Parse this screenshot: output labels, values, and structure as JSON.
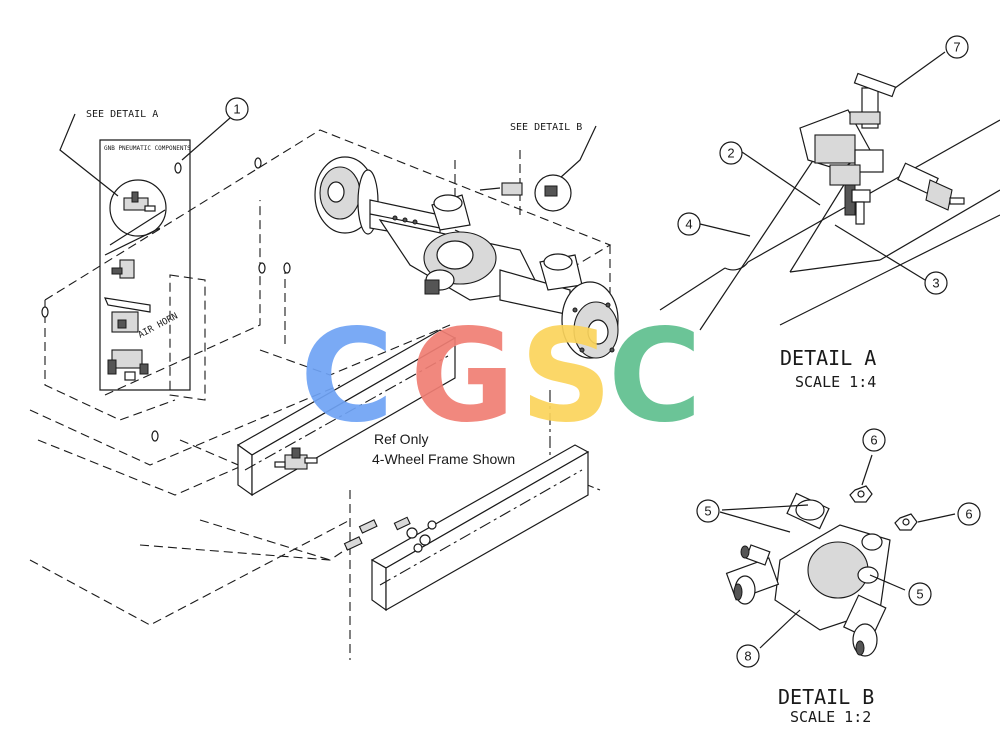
{
  "labels": {
    "see_detail_a": "SEE DETAIL A",
    "see_detail_b": "SEE DETAIL B",
    "gnb_header": "GNB PNEUMATIC COMPONENTS",
    "air_horn": "AIR HORN",
    "ref_only": "Ref Only",
    "frame_note": "4-Wheel Frame Shown",
    "detail_a_title": "DETAIL A",
    "detail_a_scale": "SCALE 1:4",
    "detail_b_title": "DETAIL B",
    "detail_b_scale": "SCALE 1:2"
  },
  "callouts": [
    "1",
    "2",
    "3",
    "4",
    "5",
    "5",
    "6",
    "6",
    "7",
    "8"
  ],
  "watermark": {
    "letters": [
      "C",
      "G",
      "S",
      "C"
    ],
    "colors": [
      "#6fa3f5",
      "#f07e74",
      "#fbd45c",
      "#5fbf8f"
    ]
  }
}
